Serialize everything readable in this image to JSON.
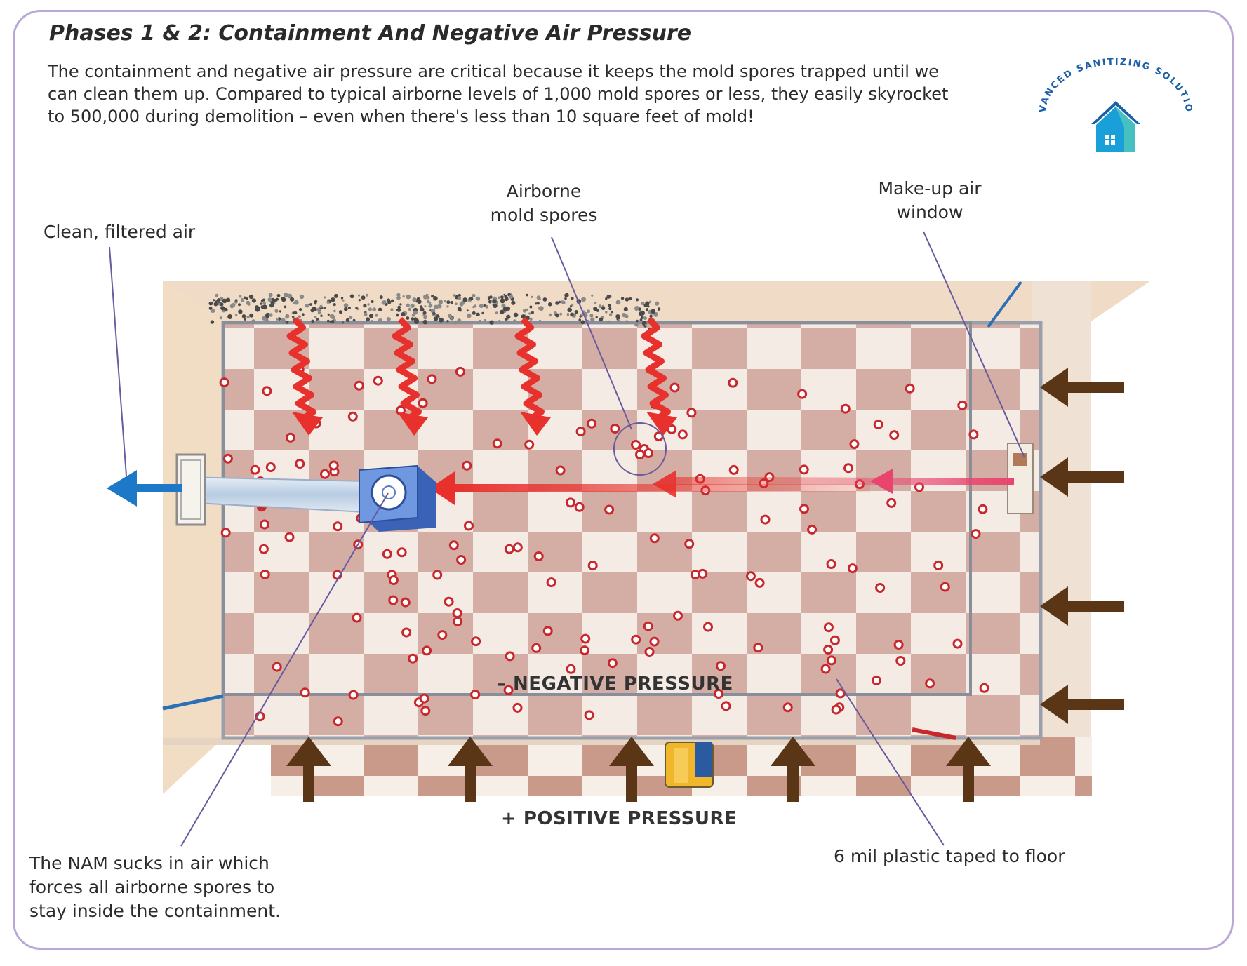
{
  "title": "Phases 1 & 2:  Containment And Negative Air Pressure",
  "intro": "The containment and negative air pressure are critical because it keeps the mold spores trapped until we can clean them up. Compared to typical airborne levels of 1,000 mold spores or less, they easily skyrocket to 500,000 during demolition – even when there's less than 10 square feet of mold!",
  "logo": {
    "text": "ADVANCED SANITIZING SOLUTIONS",
    "colors": [
      "#1aa0d8",
      "#46c0c0",
      "#1b5fa8"
    ]
  },
  "labels": {
    "clean_air": "Clean, filtered air",
    "airborne_line1": "Airborne",
    "airborne_line2": "mold spores",
    "makeup_line1": "Make-up air",
    "makeup_line2": "window",
    "nam_line1": "The NAM sucks in air which",
    "nam_line2": "forces all airborne spores to",
    "nam_line3": "stay inside the containment.",
    "plastic": "6 mil plastic taped to floor"
  },
  "pressure": {
    "negative": "– NEGATIVE PRESSURE",
    "positive": "+ POSITIVE PRESSURE"
  },
  "colors": {
    "spore": "#c8282c",
    "heat_arrow": "#e8302c",
    "makeup_arrow": "#e8446e",
    "exhaust_arrow": "#1e78c8",
    "pressure_arrow": "#5a3516",
    "tile_dark": "#d4aea4",
    "tile_light": "#f4ece4",
    "leader": "#6a5a9e"
  }
}
